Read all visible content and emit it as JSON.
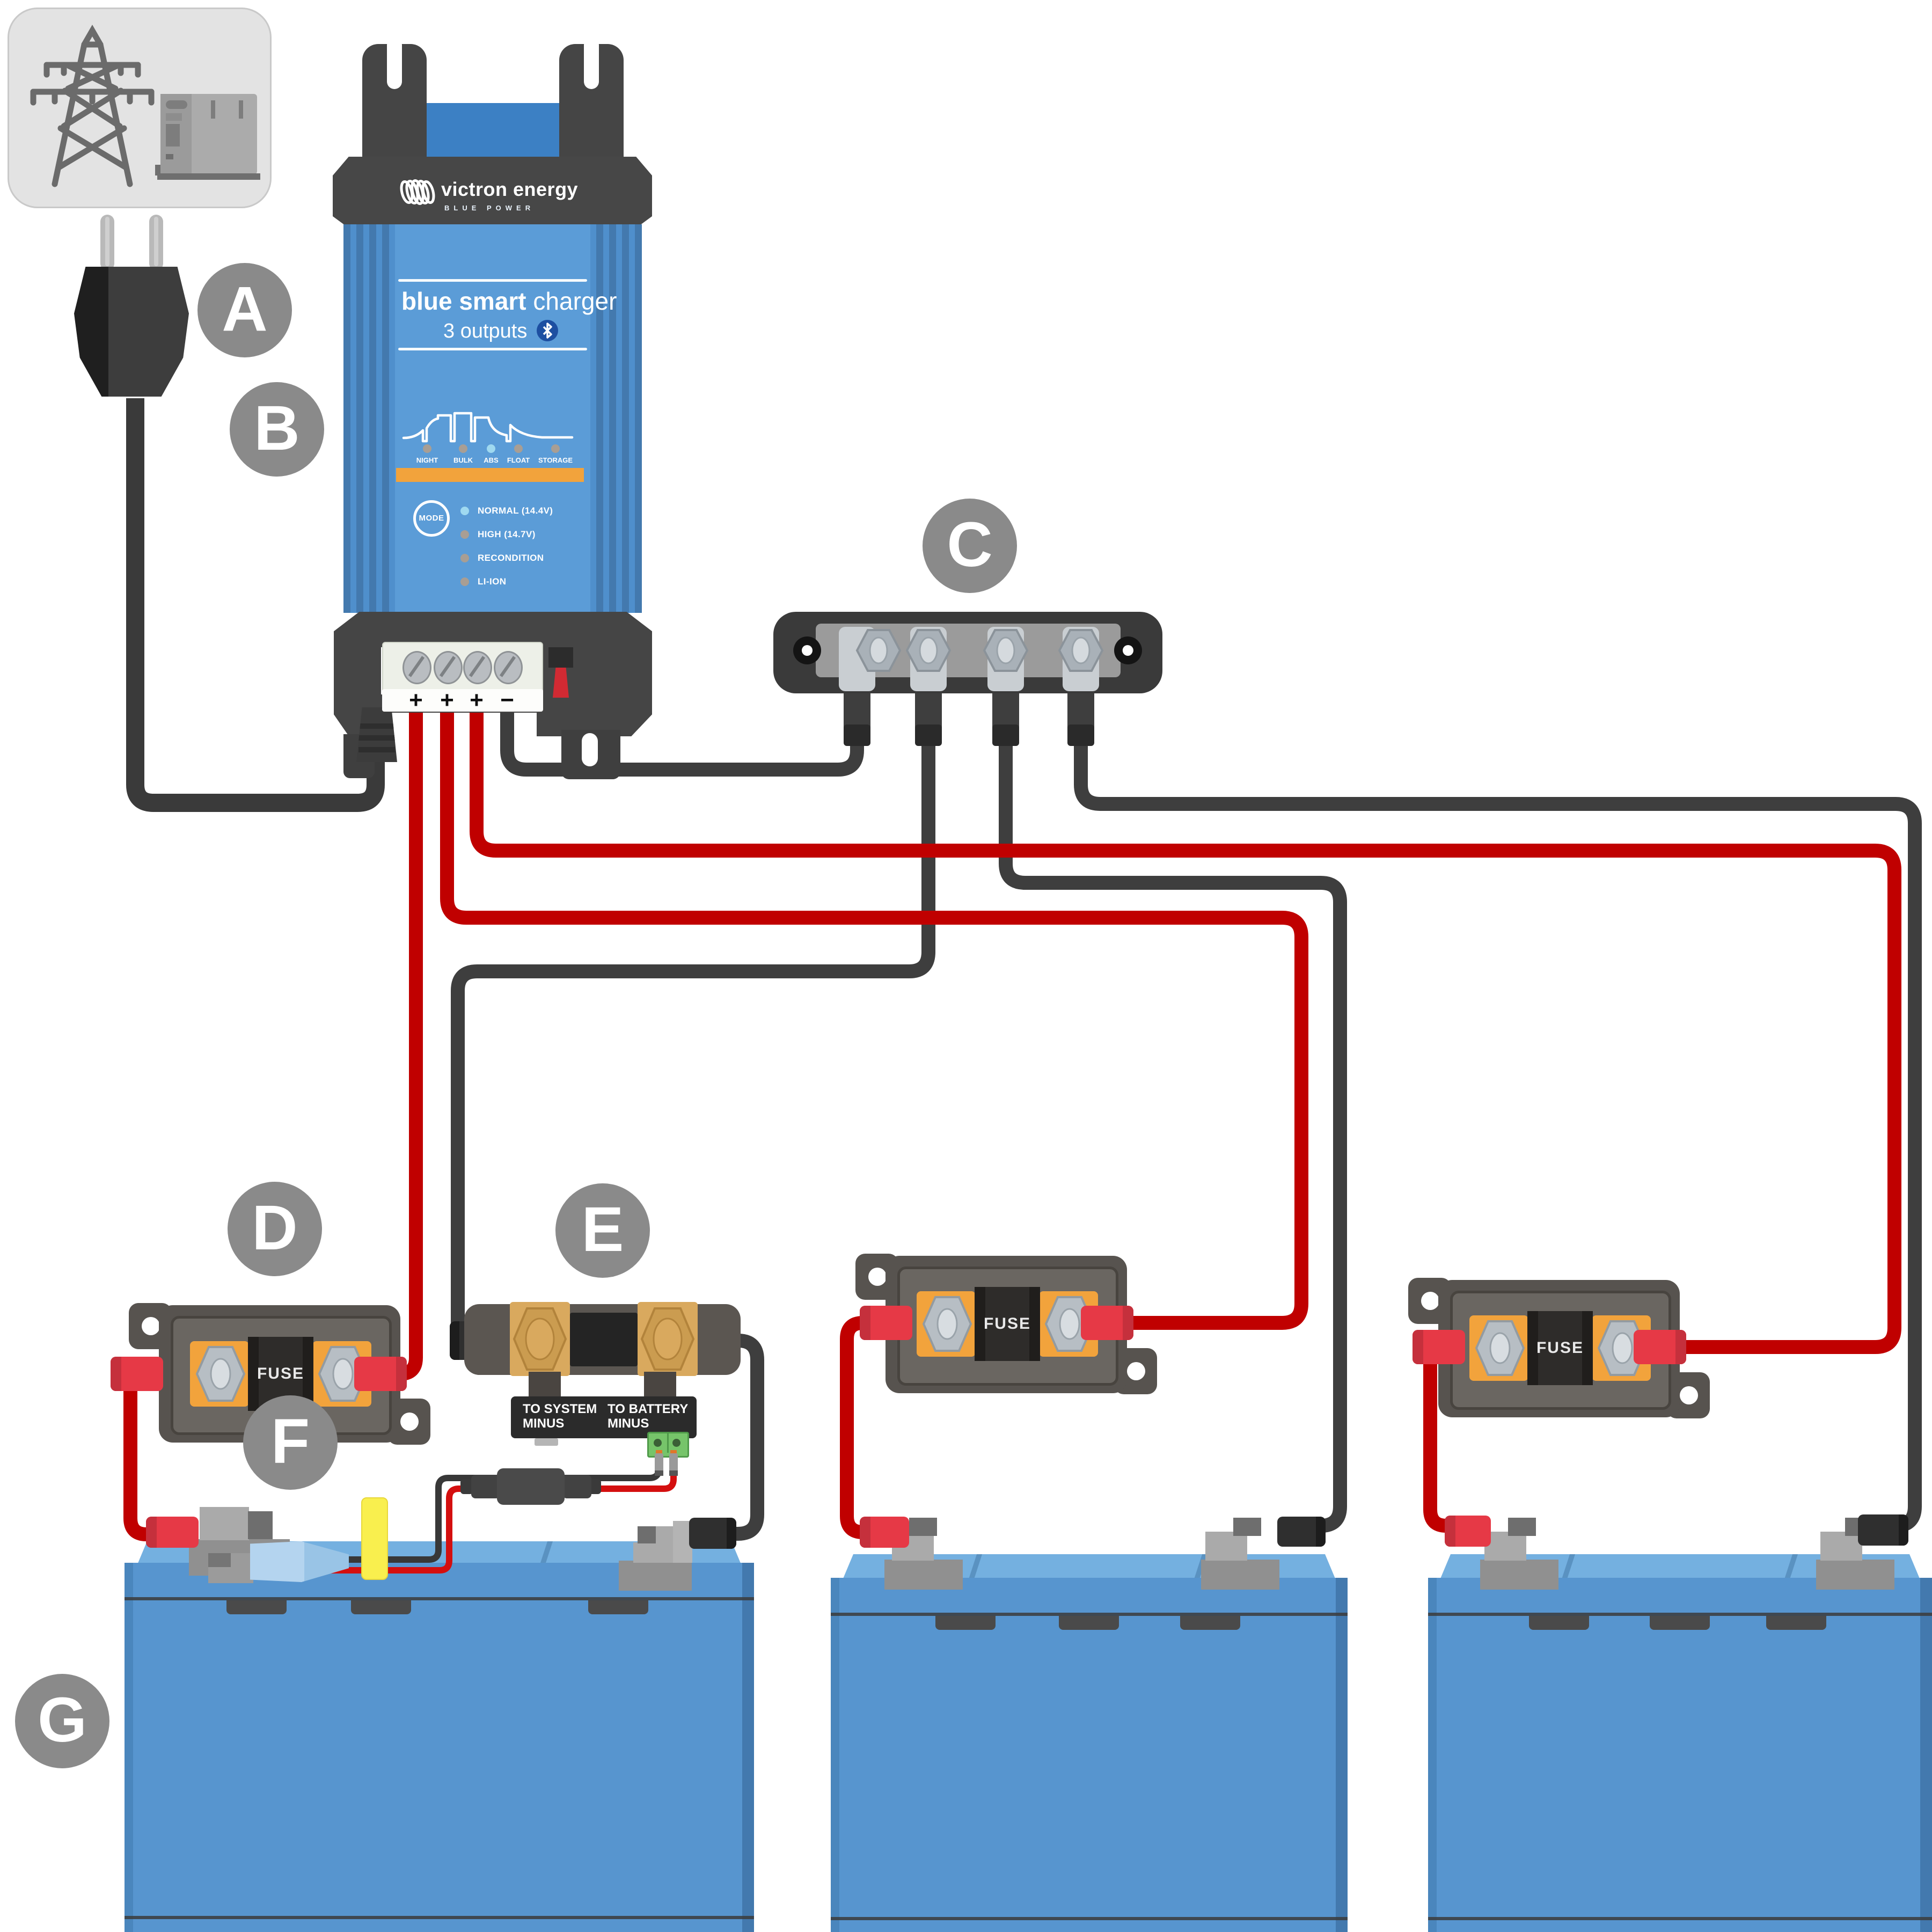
{
  "diagram": {
    "badges": [
      "A",
      "B",
      "C",
      "D",
      "E",
      "F",
      "G"
    ],
    "charger": {
      "brand": "victron energy",
      "brand_sub": "BLUE POWER",
      "product_bold": "blue smart",
      "product_light": "charger",
      "outputs": "3 outputs",
      "mode_button": "MODE",
      "stages": [
        "NIGHT",
        "BULK",
        "ABS",
        "FLOAT",
        "STORAGE"
      ],
      "modes": [
        "NORMAL (14.4V)",
        "HIGH (14.7V)",
        "RECONDITION",
        "LI-ION"
      ],
      "terminals": [
        "+",
        "+",
        "+",
        "−"
      ]
    },
    "fuses": [
      {
        "label": "FUSE"
      },
      {
        "label": "FUSE"
      },
      {
        "label": "FUSE"
      }
    ],
    "shunt": {
      "left_label": "TO SYSTEM MINUS",
      "right_label": "TO BATTERY MINUS"
    },
    "colors": {
      "wire_positive": "#c00000",
      "wire_negative": "#3e3e3e",
      "connector_positive": "#e63946",
      "charger_blue": "#4f8fcc",
      "stage_bar_orange": "#f2a33c",
      "battery_blue": "#5795cf",
      "sense_marker_yellow": "#f9ef4e",
      "bluetooth_blue": "#1d4fa1"
    }
  }
}
